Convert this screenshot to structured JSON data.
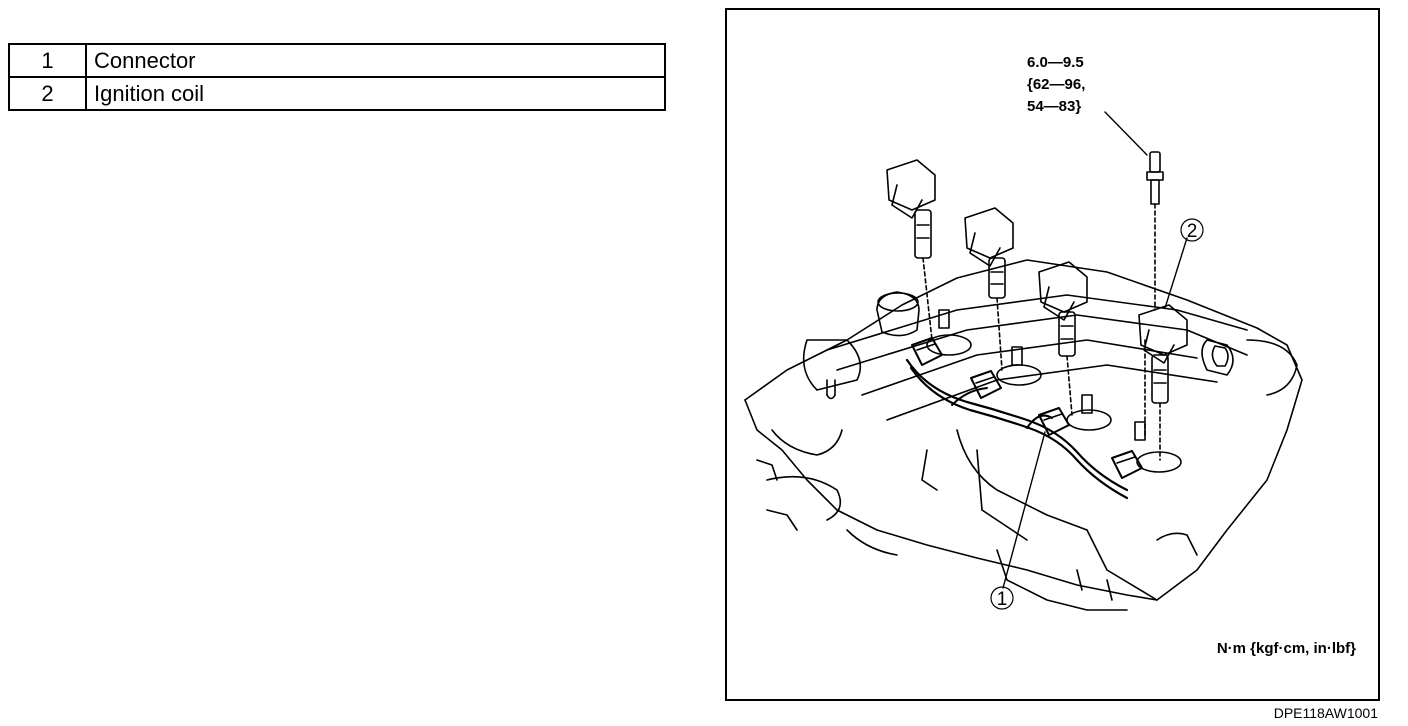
{
  "legend": [
    {
      "number": "1",
      "label": "Connector"
    },
    {
      "number": "2",
      "label": "Ignition coil"
    }
  ],
  "figure": {
    "torque_lines": [
      "6.0—9.5",
      "{62—96,",
      "54—83}"
    ],
    "callouts": [
      "1",
      "2"
    ],
    "units": "N·m {kgf·cm, in·lbf}",
    "code": "DPE118AW1001"
  }
}
